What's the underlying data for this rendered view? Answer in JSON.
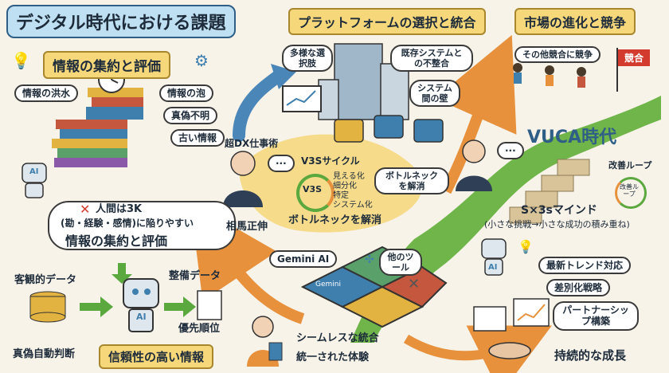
{
  "title": "デジタル時代における課題",
  "section1": {
    "header": "情報の集約と評価",
    "labels": [
      "情報の洪水",
      "情報の泡",
      "真偽不明",
      "古い情報"
    ],
    "warning_line1": "人間は3K",
    "warning_line2": "(勘・経験・感情)に陥りやすい",
    "header2": "情報の集約と評価",
    "objective_data": "客観的データ",
    "auto_judge": "真偽自動判断",
    "organize_data": "整備データ",
    "priority": "優先順位",
    "reliable": "信頼性の高い情報"
  },
  "section2": {
    "header": "プラットフォームの選択と統合",
    "bubbles": [
      "多様な選択肢",
      "既存システムとの不整合",
      "システム間の壁"
    ],
    "person_title": "超DX仕事術",
    "person_name": "相馬正伸",
    "cycle_title": "V3Sサイクル",
    "cycle_center": "V3S",
    "cycle_items": [
      "見える化",
      "細分化",
      "特定",
      "システム化"
    ],
    "bottleneck_bubble": "ボトルネックを解消",
    "bottleneck_banner": "ボトルネックを解消",
    "gemini": "Gemini AI",
    "other_tools": "他のツール",
    "puzzle_label": "Gemini",
    "seamless": "シームレスな統合",
    "unified": "統一された体験"
  },
  "section3": {
    "header": "市場の進化と競争",
    "competition_bubble": "その他競合に競争",
    "flag": "競合",
    "vuca": "VUCA時代",
    "kaizen": "改善ループ",
    "kaizen_small": "改善ループ",
    "mind_title": "S×3sマインド",
    "mind_sub": "(小さな挑戦→小さな成功の積み重ね)",
    "list": [
      "最新トレンド対応",
      "差別化戦略",
      "パートナーシップ構築"
    ],
    "sustain": "持続的な成長"
  },
  "robot_badge": "AI",
  "colors": {
    "blue_header": "#bfe0f2",
    "yellow_header": "#f6d77a",
    "orange_arrow": "#e8913c",
    "green_arrow": "#5aa83e",
    "blue_arrow": "#4a86b8"
  }
}
